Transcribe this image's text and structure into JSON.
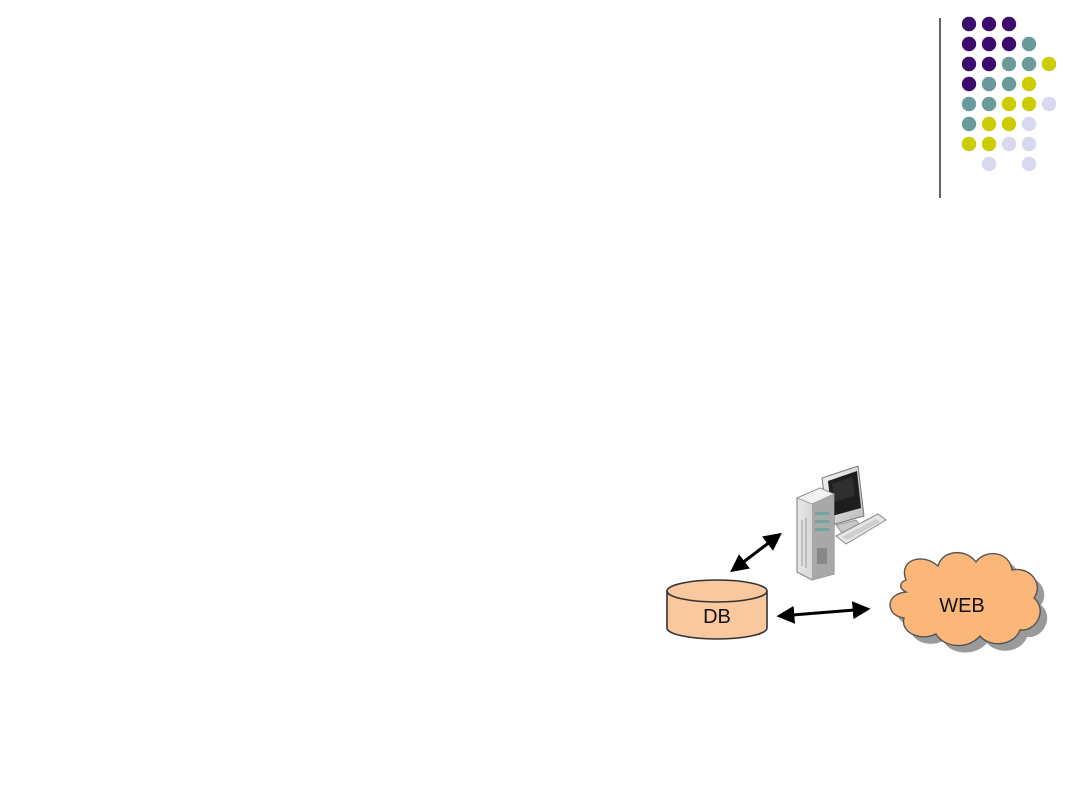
{
  "colors": {
    "background": "#ffffff",
    "divider": "#000000",
    "purple": "#3d0b6e",
    "teal": "#6a9a9a",
    "olive": "#cccc00",
    "lavender": "#d8d8ee",
    "db_fill": "#fac89e",
    "db_stroke": "#333333",
    "cloud_fill": "#fbb77a",
    "cloud_shadow": "#9a9a9a",
    "arrow": "#000000"
  },
  "decoration": {
    "dot_grid": [
      [
        "purple",
        "purple",
        "purple",
        null,
        null
      ],
      [
        "purple",
        "purple",
        "purple",
        "teal",
        null
      ],
      [
        "purple",
        "purple",
        "teal",
        "teal",
        "olive"
      ],
      [
        "purple",
        "teal",
        "teal",
        "olive",
        null
      ],
      [
        "teal",
        "teal",
        "olive",
        "olive",
        "lavender"
      ],
      [
        "teal",
        "olive",
        "olive",
        "lavender",
        null
      ],
      [
        "olive",
        "olive",
        "lavender",
        "lavender",
        null
      ],
      [
        null,
        "lavender",
        null,
        "lavender",
        null
      ]
    ]
  },
  "diagram": {
    "nodes": {
      "database": {
        "label": "DB",
        "shape": "cylinder",
        "icon": "database-icon"
      },
      "workstation": {
        "label": "",
        "shape": "computer",
        "icon": "computer-icon"
      },
      "web": {
        "label": "WEB",
        "shape": "cloud",
        "icon": "cloud-icon"
      }
    },
    "edges": [
      {
        "from": "database",
        "to": "workstation",
        "direction": "both"
      },
      {
        "from": "database",
        "to": "web",
        "direction": "both"
      }
    ]
  }
}
